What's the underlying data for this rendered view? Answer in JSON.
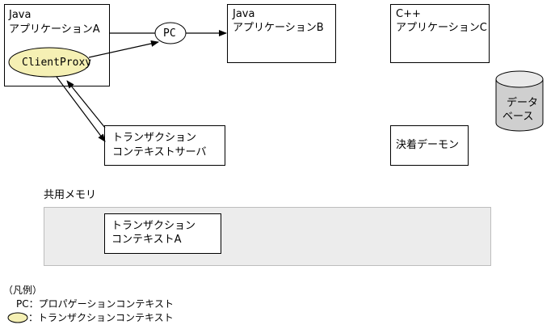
{
  "app_a": {
    "line1": "Java",
    "line2": "アプリケーションA"
  },
  "app_b": {
    "line1": "Java",
    "line2": "アプリケーションB"
  },
  "app_c": {
    "line1": "C++",
    "line2": "アプリケーションC"
  },
  "client_proxy": "ClientProxy",
  "pc": "PC",
  "database": {
    "line1": "デー",
    "line2": "タ",
    "line3": "ベース"
  },
  "tx_server": {
    "line1": "トランザクション",
    "line2": "コンテキストサーバ"
  },
  "daemon": "決着デーモン",
  "shared_memory": {
    "title": "共用メモリ",
    "tx_a_line1": "トランザクション",
    "tx_a_line2": "コンテキストA"
  },
  "legend": {
    "title": "（凡例）",
    "pc_item": "PC：プロパゲーションコンテキスト",
    "ellipse_item": "：トランザクションコンテキスト"
  },
  "colors": {
    "ellipse_fill": "#f5f0b4",
    "shared_memory_bg": "#ececec",
    "database_fill": "#cfcfcf"
  }
}
